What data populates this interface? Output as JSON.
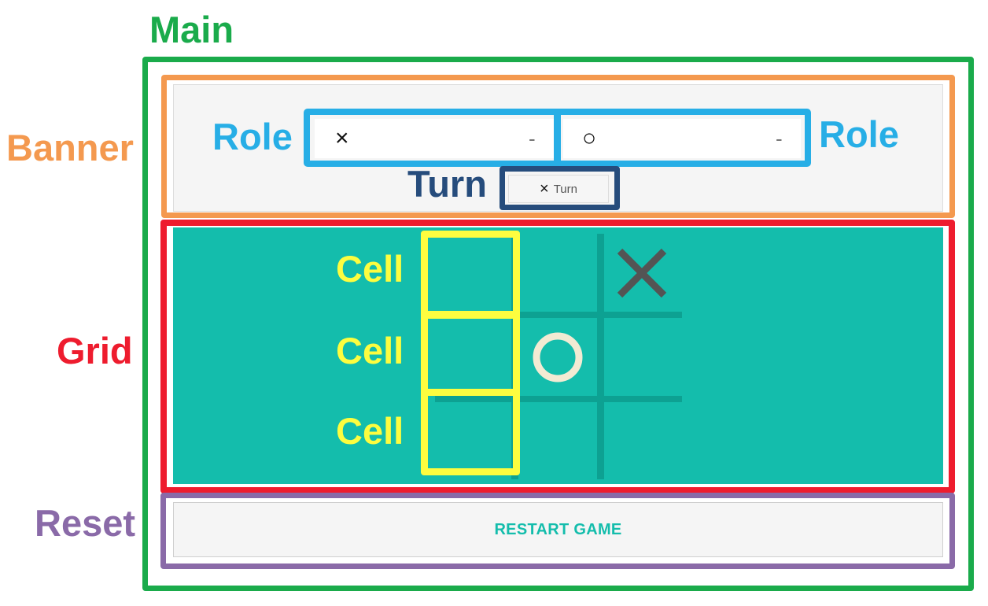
{
  "annotations": {
    "main": "Main",
    "banner": "Banner",
    "grid": "Grid",
    "reset": "Reset",
    "role_left": "Role",
    "role_right": "Role",
    "turn": "Turn",
    "cell_1": "Cell",
    "cell_2": "Cell",
    "cell_3": "Cell"
  },
  "game": {
    "player_x": {
      "symbol": "×",
      "score": "-"
    },
    "player_o": {
      "symbol": "○",
      "score": "-"
    },
    "turn": {
      "symbol": "×",
      "label": "Turn"
    },
    "reset_label": "RESTART GAME",
    "board": [
      "",
      "",
      "X",
      "",
      "O",
      "",
      "",
      "",
      ""
    ]
  },
  "colors": {
    "main": "#1aab4b",
    "banner": "#f4994f",
    "grid": "#ee1c2e",
    "reset": "#8a6aa8",
    "role": "#27aee6",
    "turn": "#264c7c",
    "cell": "#fdfd3f",
    "board_bg": "#14bdac",
    "board_line": "#0da192",
    "x_mark": "#545454",
    "o_mark": "#f2ebd3"
  }
}
